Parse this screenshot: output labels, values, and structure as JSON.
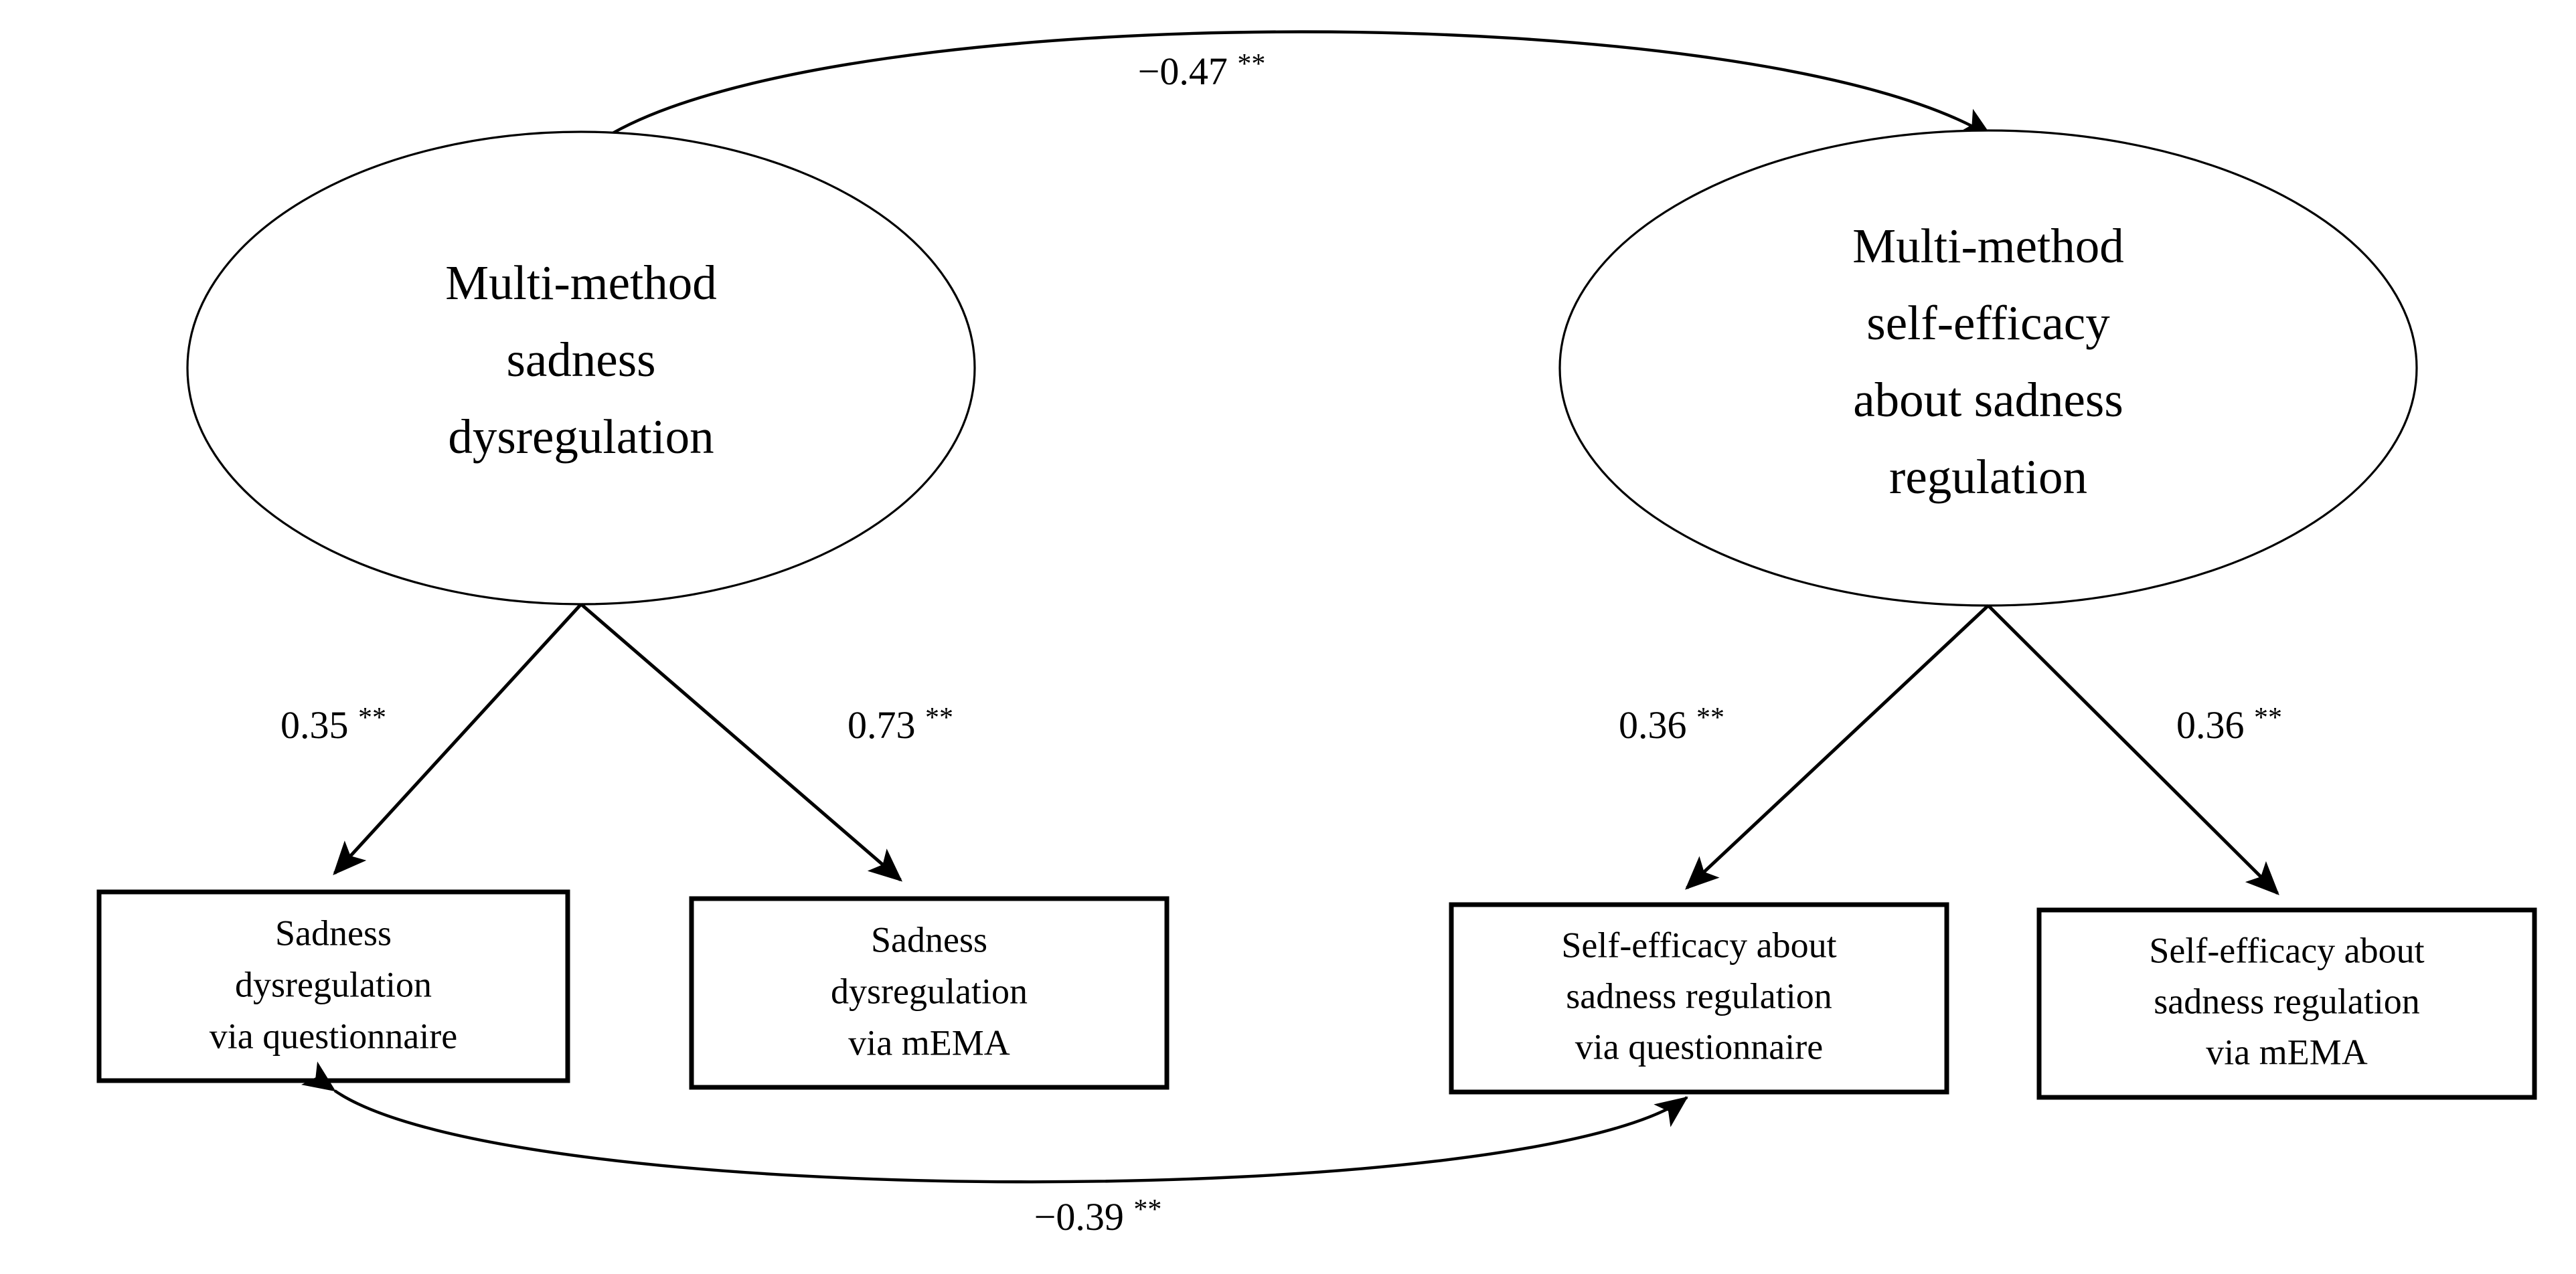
{
  "figure": {
    "type": "sem-path-diagram",
    "background_color": "#ffffff",
    "stroke_color": "#000000"
  },
  "latent_factors": [
    {
      "id": "sadness-dysregulation",
      "shape": "ellipse",
      "lines": [
        "Multi-method",
        "sadness",
        "dysregulation"
      ]
    },
    {
      "id": "self-efficacy",
      "shape": "ellipse",
      "lines": [
        "Multi-method",
        "self-efficacy",
        "about sadness",
        "regulation"
      ]
    }
  ],
  "indicators": [
    {
      "id": "sadness-dysreg-questionnaire",
      "shape": "rect",
      "lines": [
        "Sadness",
        "dysregulation",
        "via questionnaire"
      ]
    },
    {
      "id": "sadness-dysreg-mema",
      "shape": "rect",
      "lines": [
        "Sadness",
        "dysregulation",
        "via mEMA"
      ]
    },
    {
      "id": "self-efficacy-questionnaire",
      "shape": "rect",
      "lines": [
        "Self-efficacy about",
        "sadness regulation",
        "via questionnaire"
      ]
    },
    {
      "id": "self-efficacy-mema",
      "shape": "rect",
      "lines": [
        "Self-efficacy about",
        "sadness regulation",
        "via mEMA"
      ]
    }
  ],
  "paths": [
    {
      "id": "factor-covariance-top",
      "from": "self-efficacy",
      "to": "sadness-dysregulation",
      "kind": "double-headed-curve",
      "value": "−0.47",
      "stars": "**",
      "label": "−0.47 **"
    },
    {
      "id": "loading-sadness-questionnaire",
      "from": "sadness-dysregulation",
      "to": "sadness-dysreg-questionnaire",
      "kind": "single-headed-arrow",
      "value": "0.35",
      "stars": "**",
      "label": "0.35 **"
    },
    {
      "id": "loading-sadness-mema",
      "from": "sadness-dysregulation",
      "to": "sadness-dysreg-mema",
      "kind": "single-headed-arrow",
      "value": "0.73",
      "stars": "**",
      "label": "0.73 **"
    },
    {
      "id": "loading-efficacy-questionnaire",
      "from": "self-efficacy",
      "to": "self-efficacy-questionnaire",
      "kind": "single-headed-arrow",
      "value": "0.36",
      "stars": "**",
      "label": "0.36 **"
    },
    {
      "id": "loading-efficacy-mema",
      "from": "self-efficacy",
      "to": "self-efficacy-mema",
      "kind": "single-headed-arrow",
      "value": "0.36",
      "stars": "**",
      "label": "0.36 **"
    },
    {
      "id": "residual-covariance-bottom",
      "from": "sadness-dysreg-questionnaire",
      "to": "self-efficacy-questionnaire",
      "kind": "double-headed-curve",
      "value": "−0.39",
      "stars": "**",
      "label": "−0.39 **"
    }
  ]
}
